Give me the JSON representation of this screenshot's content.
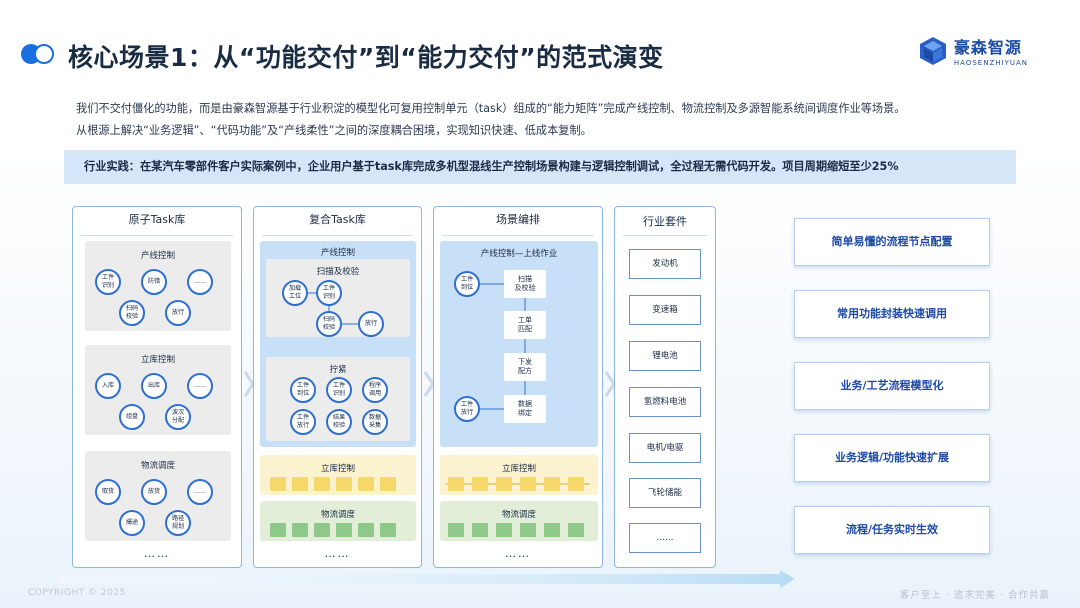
{
  "title": "核心场景1：从“功能交付”到“能力交付”的范式演变",
  "brand": {
    "name_cn": "豪森智源",
    "name_en": "HAOSENZHIYUAN"
  },
  "intro": {
    "line1": "我们不交付僵化的功能，而是由豪森智源基于行业积淀的模型化可复用控制单元（task）组成的“能力矩阵”完成产线控制、物流控制及多源智能系统间调度作业等场景。",
    "line2": "从根源上解决“业务逻辑”、“代码功能”及“产线柔性”之间的深度耦合困境，实现知识快速、低成本复制。"
  },
  "banner": "行业实践：在某汽车零部件客户实际案例中，企业用户基于task库完成多机型混线生产控制场景构建与逻辑控制调试，全过程无需代码开发。项目周期缩短至少25%",
  "col1": {
    "title": "原子Task库",
    "g1": {
      "title": "产线控制",
      "nodes": [
        "工件\n识别",
        "防错",
        "……",
        "扫码\n校验",
        "放行"
      ]
    },
    "g2": {
      "title": "立库控制",
      "nodes": [
        "入库",
        "出库",
        "……",
        "组盘",
        "波次\n分配"
      ]
    },
    "g3": {
      "title": "物流调度",
      "nodes": [
        "取货",
        "放货",
        "……",
        "撮途",
        "路径\n规划"
      ]
    },
    "more": "……"
  },
  "col2": {
    "title": "复合Task库",
    "panel_title": "产线控制",
    "sub1": {
      "title": "扫描及校验",
      "nodes": [
        "加载\n工位",
        "工件\n识别",
        "扫码\n校验",
        "放行"
      ]
    },
    "sub2": {
      "title": "拧紧",
      "nodes": [
        "工件\n到位",
        "工件\n识别",
        "程序\n调用",
        "工件\n放行",
        "结果\n校验",
        "数据\n采集"
      ]
    },
    "bar1": "立库控制",
    "bar2": "物流调度",
    "more": "……"
  },
  "col3": {
    "title": "场景编排",
    "panel_title": "产线控制—上线作业",
    "left_nodes": [
      "工件\n到位",
      "工件\n放行"
    ],
    "steps": [
      "扫描\n及校验",
      "工单\n匹配",
      "下发\n配方",
      "数据\n绑定"
    ],
    "bar1": "立库控制",
    "bar2": "物流调度",
    "more": "……"
  },
  "col4": {
    "title": "行业套件",
    "items": [
      "发动机",
      "变速箱",
      "锂电池",
      "氢燃料电池",
      "电机/电驱",
      "飞轮储能",
      "……"
    ]
  },
  "features": [
    "简单易懂的流程节点配置",
    "常用功能封装快速调用",
    "业务/工艺流程模型化",
    "业务逻辑/功能快速扩展",
    "流程/任务实时生效"
  ],
  "footer": {
    "copyright": "COPYRIGHT © 2025",
    "slogan": "客户至上 · 追求完美 · 合作共赢"
  },
  "colors": {
    "accent": "#1a6fe0",
    "brand": "#1d4aa6",
    "node_border": "#2f6fd1",
    "yellow": "#f6d86a",
    "green": "#8ec98a",
    "banner": "#d4e6f8"
  }
}
